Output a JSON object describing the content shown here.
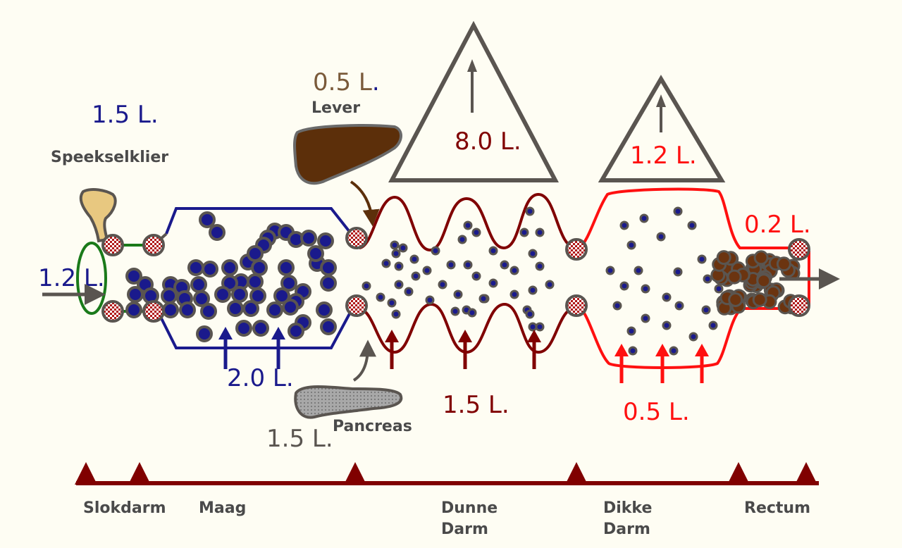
{
  "organs": {
    "salivary": "Speekselklier",
    "liver": "Lever",
    "pancreas": "Pancreas"
  },
  "volumes": {
    "salivary": "1.5 L.",
    "intake": "1.2 L.",
    "stomach": "2.0 L.",
    "liver_l": "0.5 L",
    "liver_dot": ".",
    "pancreas": "1.5 L.",
    "small_in": "1.5 L.",
    "small_out": "8.0 L.",
    "large_out": "1.2 L.",
    "large_in": "0.5 L.",
    "rectum_out": "0.2 L."
  },
  "segments": {
    "esophagus": "Slokdarm",
    "stomach": "Maag",
    "small_1": "Dunne",
    "small_2": "Darm",
    "large_1": "Dikke",
    "large_2": "Darm",
    "rectum": "Rectum"
  },
  "colors": {
    "background": "#fefdf3",
    "stomach": "#1a1a8c",
    "small_intestine": "#800000",
    "large_intestine": "#ff1010",
    "esophagus": "#1a7a1a",
    "liver": "#5c2f0a",
    "pancreas": "#9a9a9a",
    "salivary": "#e8c880",
    "gray": "#5a5550"
  }
}
